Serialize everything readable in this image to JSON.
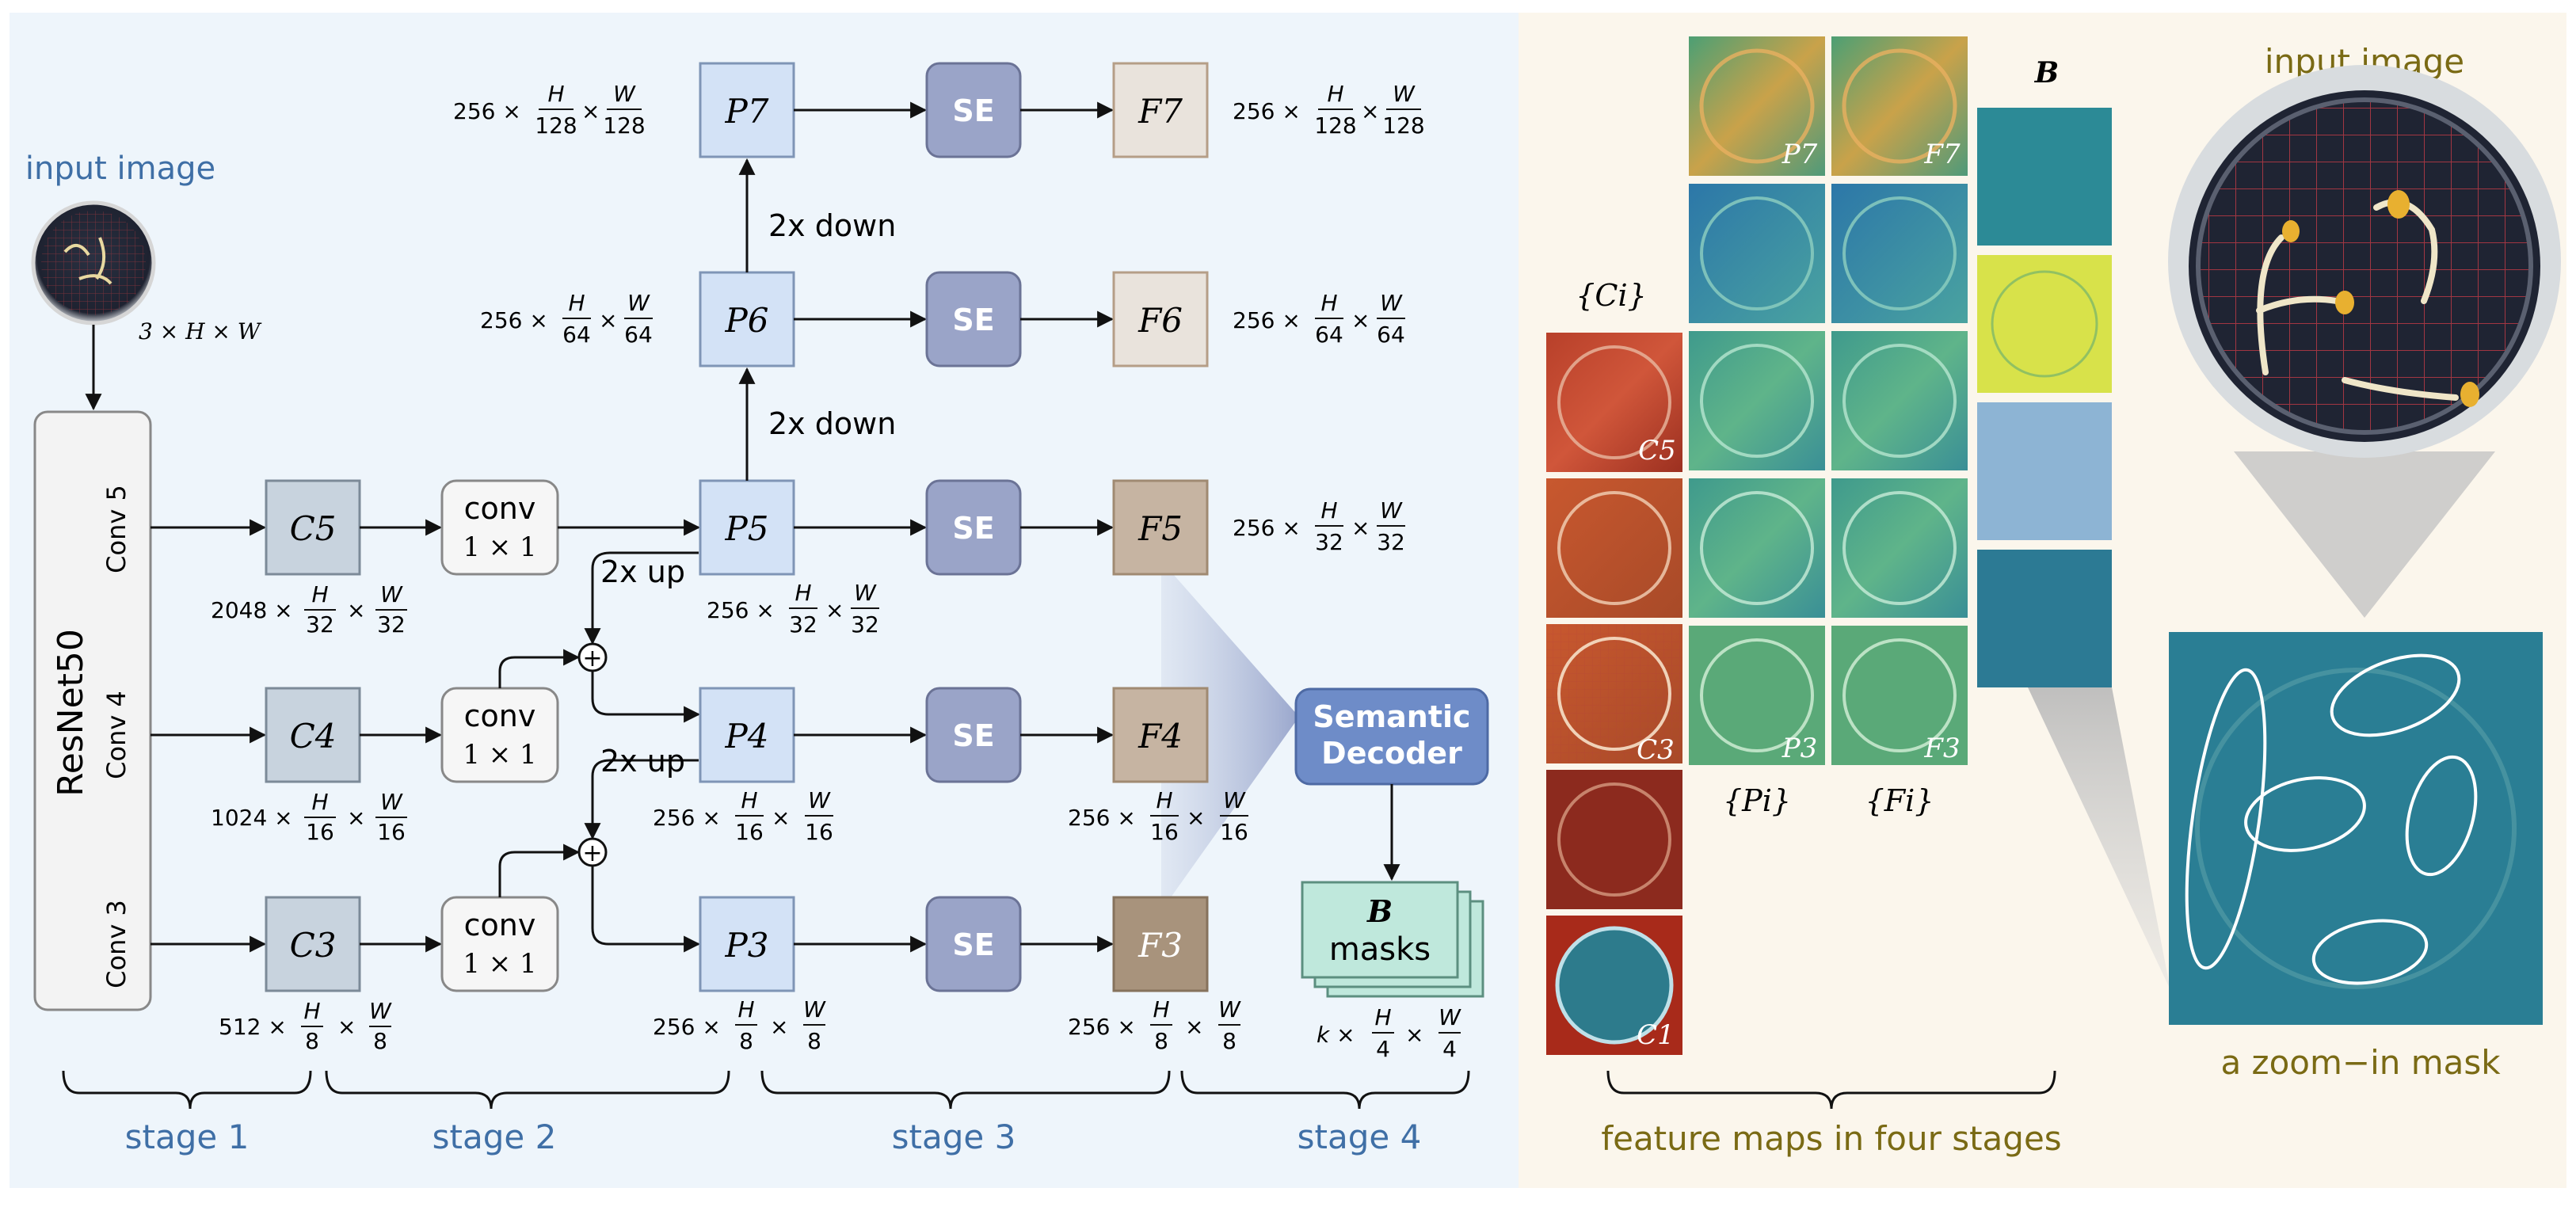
{
  "labels": {
    "input_image_left": "input image",
    "input_image_right": "input image",
    "input_dims": "3 × H × W",
    "backbone": "ResNet50",
    "conv5": "Conv 5",
    "conv4": "Conv 4",
    "conv3": "Conv 3",
    "c5": "C5",
    "c4": "C4",
    "c3": "C3",
    "c5_dims_a": "2048 ×",
    "c5_dims_b": "H",
    "c5_dims_c": "32",
    "c5_dims_d": "W",
    "c5_dims_e": "32",
    "c4_dims_a": "1024 ×",
    "c4_dims_b": "H",
    "c4_dims_c": "16",
    "c4_dims_d": "W",
    "c4_dims_e": "16",
    "c3_dims_a": "512 ×",
    "c3_dims_b": "H",
    "c3_dims_c": "8",
    "c3_dims_d": "W",
    "c3_dims_e": "8",
    "conv_label": "conv",
    "conv_size": "1 × 1",
    "p7": "P7",
    "p6": "P6",
    "p5": "P5",
    "p4": "P4",
    "p3": "P3",
    "se": "SE",
    "f7": "F7",
    "f6": "F6",
    "f5": "F5",
    "f4": "F4",
    "f3": "F3",
    "down": "2x down",
    "up": "2x up",
    "d256": "256 ×",
    "h": "H",
    "w": "W",
    "n128": "128",
    "n64": "64",
    "n32": "32",
    "n16": "16",
    "n8": "8",
    "n4": "4",
    "decoder_line1": "Semantic",
    "decoder_line2": "Decoder",
    "masks_b": "B",
    "masks_label": "masks",
    "mask_dims_a": "k ×",
    "stage1": "stage 1",
    "stage2": "stage 2",
    "stage3": "stage 3",
    "stage4": "stage 4",
    "ci_set": "{Ci}",
    "pi_set": "{Pi}",
    "fi_set": "{Fi}",
    "b_col": "B",
    "fm_c5": "C5",
    "fm_c3": "C3",
    "fm_c1": "C1",
    "fm_p7": "P7",
    "fm_p3": "P3",
    "fm_f7": "F7",
    "fm_f3": "F3",
    "feature_maps_caption": "feature maps in four stages",
    "zoom_caption": "a zoom−in mask"
  },
  "colors": {
    "left_bg": "#eef5fb",
    "right_bg": "#fbf6ec",
    "stage_text": "#3f6fa6",
    "olive_text": "#7a6a14",
    "c_box": "#c8d3de",
    "p_box": "#d3e2f6",
    "se_box": "#9aa4c8",
    "f7_box": "#e9e3dc",
    "f5_box": "#c6b4a2",
    "f3_box": "#a8937c",
    "decoder_box": "#6e8cc8",
    "mask_box": "#bfe8dc"
  }
}
